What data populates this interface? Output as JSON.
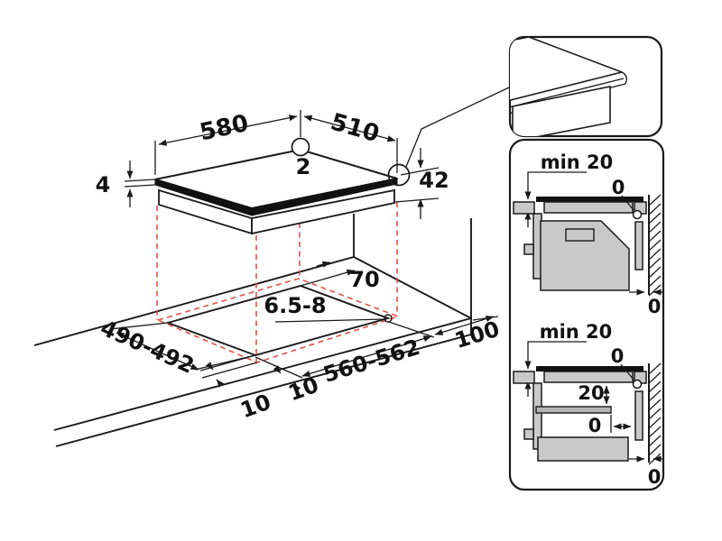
{
  "title": "Hob built-in installation dimensions diagram",
  "colors": {
    "line": "#1a1a1a",
    "projection_red": "#e0524e",
    "panel_gray": "#c9c9c9",
    "shelf_gray": "#b5b5b5",
    "glass_black": "#111111"
  },
  "main_view": {
    "dim_width": "580",
    "dim_depth": "510",
    "marker_center": "2",
    "dim_glass_thickness": "4",
    "dim_height": "42",
    "dim_rear_gap": "70",
    "dim_corner": "6.5-8",
    "dim_cutout_depth": "490-492",
    "dim_overhang_side": "10",
    "dim_overhang_front": "10",
    "dim_cutout_width": "560-562",
    "dim_side_gap": "100"
  },
  "detail_sections": {
    "upper": {
      "dim_min_thickness": "min 20",
      "dim_gap_hob_wall": "0",
      "dim_gap_cabinet_wall": "0"
    },
    "lower": {
      "dim_min_thickness": "min 20",
      "dim_gap_hob_wall": "0",
      "dim_gap_under_hob": "20",
      "dim_gap_shelf": "0",
      "dim_gap_cabinet_wall": "0"
    }
  }
}
